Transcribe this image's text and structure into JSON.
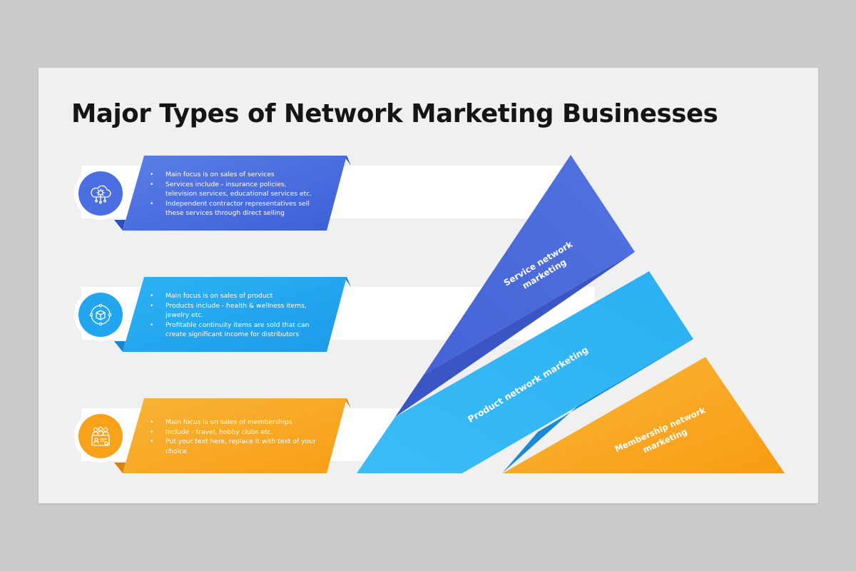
{
  "title": "Major Types of Network Marketing Businesses",
  "colors": {
    "blue": "#4668dc",
    "light_blue": "#22a8f0",
    "orange": "#f7a21a",
    "background": "#f0f0f0",
    "title": "#151515"
  },
  "rows": [
    {
      "icon": "cloud-gear-icon",
      "bullets": [
        "Main focus is on sales of services",
        "Services include - insurance policies, television services, educational services etc.",
        "Independent contractor representatives sell these services through direct selling"
      ]
    },
    {
      "icon": "product-box-icon",
      "bullets": [
        "Main focus is on sales of product",
        "Products include - health & wellness items, jewelry etc.",
        "Profitable continuity items are sold that can create significant income for distributors"
      ]
    },
    {
      "icon": "membership-card-icon",
      "bullets": [
        "Main focus is on sales of memberships",
        "Include - travel, hobby clubs etc.",
        "Put your text here, replace it with text of your choice."
      ]
    }
  ],
  "pyramid": {
    "top_label": "Service network marketing",
    "middle_label": "Product network marketing",
    "bottom_label": "Membership network marketing"
  }
}
